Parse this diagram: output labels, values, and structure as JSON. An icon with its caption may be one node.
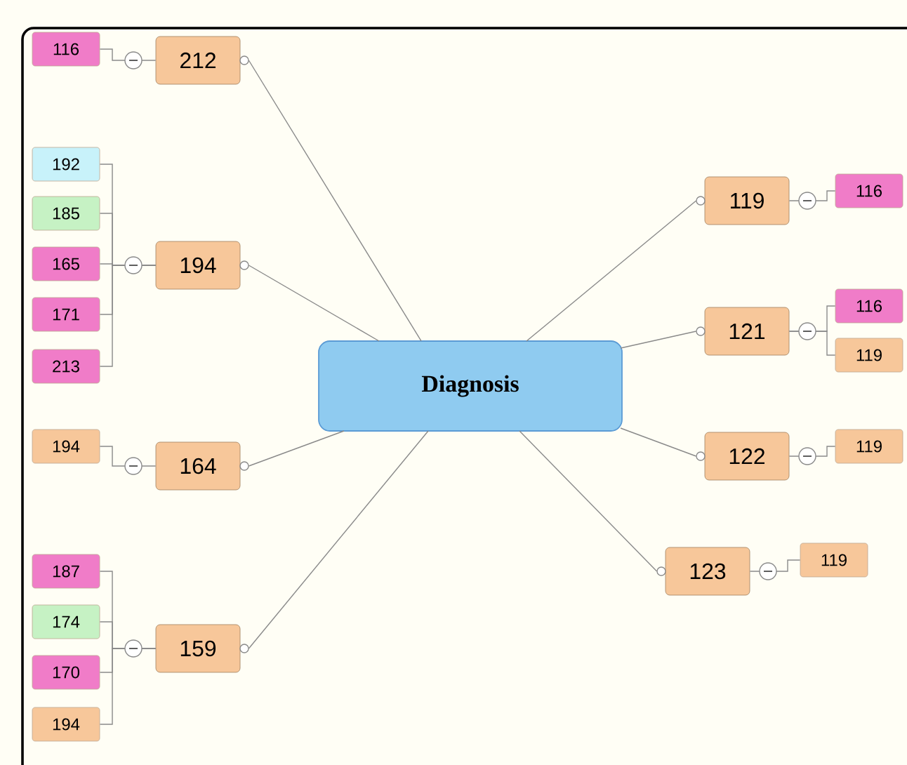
{
  "diagram": {
    "nodes": [
      {
        "text": [
          "Diagnosis"
        ]
      },
      {
        "text": [
          "212"
        ]
      },
      {
        "text": [
          "116"
        ]
      },
      {
        "text": [
          "194"
        ]
      },
      {
        "text": [
          "192"
        ]
      },
      {
        "text": [
          "185"
        ]
      },
      {
        "text": [
          "165"
        ]
      },
      {
        "text": [
          "171"
        ]
      },
      {
        "text": [
          "213"
        ]
      },
      {
        "text": [
          "164"
        ]
      },
      {
        "text": [
          "194"
        ]
      },
      {
        "text": [
          "159"
        ]
      },
      {
        "text": [
          "187"
        ]
      },
      {
        "text": [
          "174"
        ]
      },
      {
        "text": [
          "170"
        ]
      },
      {
        "text": [
          "194"
        ]
      },
      {
        "text": [
          "119"
        ]
      },
      {
        "text": [
          "116"
        ]
      },
      {
        "text": [
          "121"
        ]
      },
      {
        "text": [
          "116"
        ]
      },
      {
        "text": [
          "119"
        ]
      },
      {
        "text": [
          "122"
        ]
      },
      {
        "text": [
          "119"
        ]
      },
      {
        "text": [
          "123"
        ]
      },
      {
        "text": [
          "119"
        ]
      }
    ],
    "edges": [
      {
        "from": 0,
        "to": 1,
        "arrow": "none"
      },
      {
        "from": 0,
        "to": 3,
        "arrow": "none"
      },
      {
        "from": 0,
        "to": 9,
        "arrow": "none"
      },
      {
        "from": 0,
        "to": 11,
        "arrow": "none"
      },
      {
        "from": 0,
        "to": 16,
        "arrow": "none"
      },
      {
        "from": 0,
        "to": 18,
        "arrow": "none"
      },
      {
        "from": 0,
        "to": 21,
        "arrow": "none"
      },
      {
        "from": 0,
        "to": 23,
        "arrow": "none"
      },
      {
        "from": 1,
        "to": 2,
        "arrow": "none"
      },
      {
        "from": 3,
        "to": 4,
        "arrow": "none"
      },
      {
        "from": 3,
        "to": 5,
        "arrow": "none"
      },
      {
        "from": 3,
        "to": 6,
        "arrow": "none"
      },
      {
        "from": 3,
        "to": 7,
        "arrow": "none"
      },
      {
        "from": 3,
        "to": 8,
        "arrow": "none"
      },
      {
        "from": 9,
        "to": 10,
        "arrow": "none"
      },
      {
        "from": 11,
        "to": 12,
        "arrow": "none"
      },
      {
        "from": 11,
        "to": 13,
        "arrow": "none"
      },
      {
        "from": 11,
        "to": 14,
        "arrow": "none"
      },
      {
        "from": 11,
        "to": 15,
        "arrow": "none"
      },
      {
        "from": 16,
        "to": 17,
        "arrow": "none"
      },
      {
        "from": 18,
        "to": 19,
        "arrow": "none"
      },
      {
        "from": 18,
        "to": 20,
        "arrow": "none"
      },
      {
        "from": 21,
        "to": 22,
        "arrow": "none"
      },
      {
        "from": 23,
        "to": 24,
        "arrow": "none"
      }
    ]
  }
}
